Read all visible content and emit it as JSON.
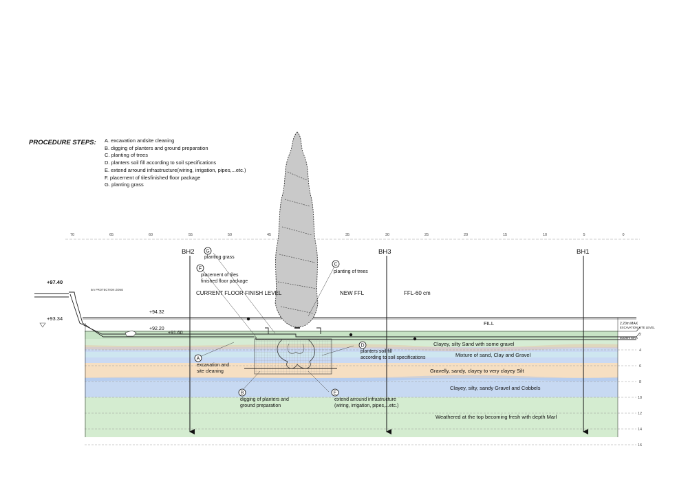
{
  "procedure": {
    "title": "PROCEDURE STEPS:",
    "steps": [
      "A.  excavation andsite cleaning",
      "B.  digging of planters and ground preparation",
      "C.  planting of trees",
      "D. planters soil fill according to soil specifications",
      "E. extend arround infrastructure(wiring, irrigation, pipes,...etc.)",
      "F. placement of tilesfinished floor package",
      "G. planting grass"
    ]
  },
  "scale_ticks": [
    "70",
    "65",
    "60",
    "55",
    "50",
    "45",
    "40",
    "35",
    "30",
    "25",
    "20",
    "15",
    "10",
    "5",
    "0"
  ],
  "depth_ticks": [
    "2",
    "4",
    "6",
    "8",
    "10",
    "12",
    "14",
    "16"
  ],
  "boreholes": [
    "BH2",
    "BH3",
    "BH1"
  ],
  "levels": {
    "top": "+97.40",
    "left": "+93.34",
    "l1": "+94.32",
    "l2": "+92.20",
    "l3": "+91.60",
    "protection_zone": "5m PROTECTION ZONE",
    "current_ffl": "CURRENT FLOOR FINISH LEVEL",
    "new_ffl": "NEW FFL",
    "ffl_60": "FFL-60 cm",
    "max_220": "2.20m MAX",
    "excavation_site_level": "EXCAVATION SITE LEVEL",
    "max_600": "600mm MAX"
  },
  "layers": {
    "fill": "FILL",
    "l1": "Clayey, silty Sand with some gravel",
    "l2": "Mixture of sand, Clay and Gravel",
    "l3": "Gravelly, sandy, clayey to very clayey Silt",
    "l4": "Clayey, silty, sandy Gravel  and Cobbels",
    "l5": "Weathered at the top becoming fresh with depth Marl"
  },
  "callouts": {
    "a_letter": "A",
    "a_text": [
      "excavation and",
      "site cleaning"
    ],
    "b_letter": "B",
    "b_text": [
      "digging of planters and",
      "ground preparation"
    ],
    "c_letter": "C",
    "c_text": [
      "planting of trees"
    ],
    "d_letter": "D",
    "d_text": [
      "planters soil fill",
      "according to soil specifications"
    ],
    "e_letter": "E",
    "e_text": [
      "extend arround infrastructure",
      "(wiring, irrigation, pipes,...etc.)"
    ],
    "f_letter": "F",
    "f_text": [
      "placement of tiles",
      "finished floor package"
    ],
    "g_letter": "G",
    "g_text": [
      "planting grass"
    ]
  },
  "colors": {
    "layer_green": "#d6ecd4",
    "layer_blue": "#c7d9f2",
    "layer_orange": "#f6dfc2",
    "layer_cyan": "#cfe8ef"
  }
}
